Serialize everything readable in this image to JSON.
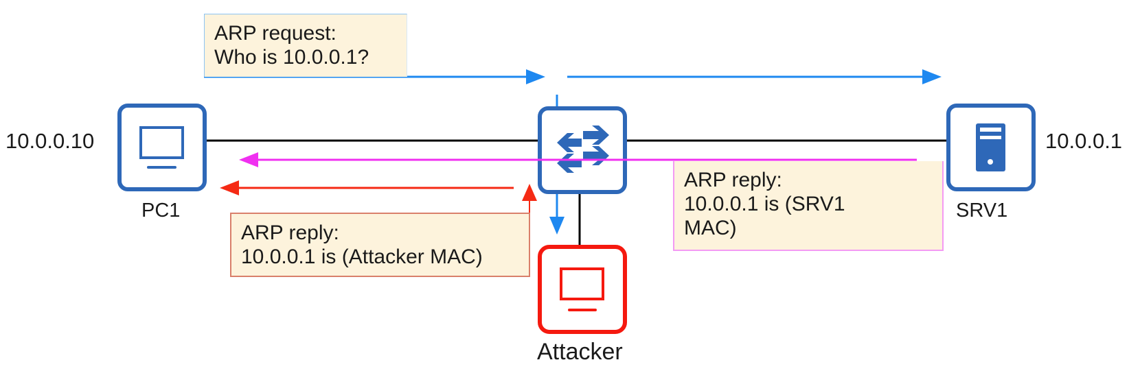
{
  "colors": {
    "device_blue": "#2e68b8",
    "attacker_red": "#f5190f",
    "request_arrow": "#1e88f0",
    "legit_reply_arrow": "#f030f0",
    "spoofed_reply_arrow": "#f52a14",
    "note_fill": "#fdf3dc",
    "link": "#000000"
  },
  "devices": {
    "pc1": {
      "name": "PC1",
      "ip": "10.0.0.10",
      "icon": "desktop-icon"
    },
    "switch": {
      "name": "",
      "icon": "switch-arrows-icon"
    },
    "srv1": {
      "name": "SRV1",
      "ip": "10.0.0.1",
      "icon": "server-icon"
    },
    "attacker": {
      "name": "Attacker",
      "icon": "desktop-icon"
    }
  },
  "notes": {
    "arp_request": {
      "line1": "ARP request:",
      "line2": "Who is 10.0.0.1?"
    },
    "legit_reply": {
      "line1": "ARP reply:",
      "line2": "10.0.0.1 is (SRV1",
      "line3": "MAC)"
    },
    "spoofed_reply": {
      "line1": "ARP reply:",
      "line2": "10.0.0.1 is (Attacker MAC)"
    }
  }
}
